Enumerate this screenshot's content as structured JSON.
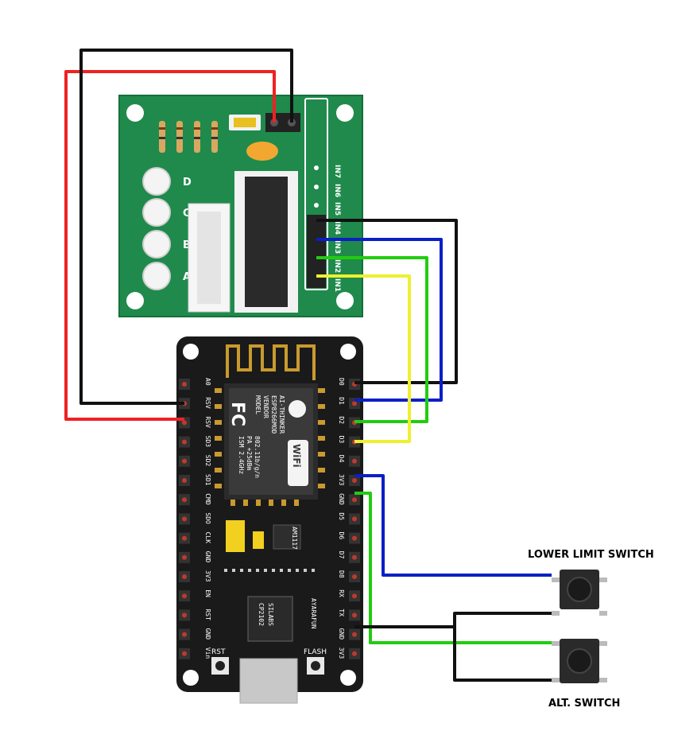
{
  "labels": {
    "lower_limit_switch": "LOWER LIMIT SWITCH",
    "alt_switch": "ALT. SWITCH"
  },
  "driver_board": {
    "led_labels": [
      "D",
      "C",
      "B",
      "A"
    ],
    "input_labels": [
      "IN7",
      "IN6",
      "IN5",
      "IN4",
      "IN3",
      "IN2",
      "IN1"
    ]
  },
  "nodemcu": {
    "left_pins": [
      "A0",
      "RSV",
      "RSV",
      "SD3",
      "SD2",
      "SD1",
      "CMD",
      "SDO",
      "CLK",
      "GND",
      "3V3",
      "EN",
      "RST",
      "GND",
      "Vin"
    ],
    "right_pins": [
      "D0",
      "D1",
      "D2",
      "D3",
      "D4",
      "3V3",
      "GND",
      "D5",
      "D6",
      "D7",
      "D8",
      "RX",
      "TX",
      "GND",
      "3V3"
    ],
    "module_lines": [
      "MODEL",
      "VENDOR",
      "ESP8266MOD",
      "AI-THINKER",
      "ISM 2.4GHz",
      "PA +25dBm",
      "802.11b/g/n"
    ],
    "fc_mark": "FC",
    "wifi_mark": "WiFi",
    "chip_lines": [
      "SILABS",
      "CP2102"
    ],
    "regulator": "AM1117",
    "brand": "AYARAFUN",
    "rst_label": "RST",
    "flash_label": "FLASH"
  },
  "wire_colors": {
    "red": "#ee2222",
    "black": "#111111",
    "blue": "#0a1fc4",
    "green": "#22cc11",
    "yellow": "#eef030"
  }
}
